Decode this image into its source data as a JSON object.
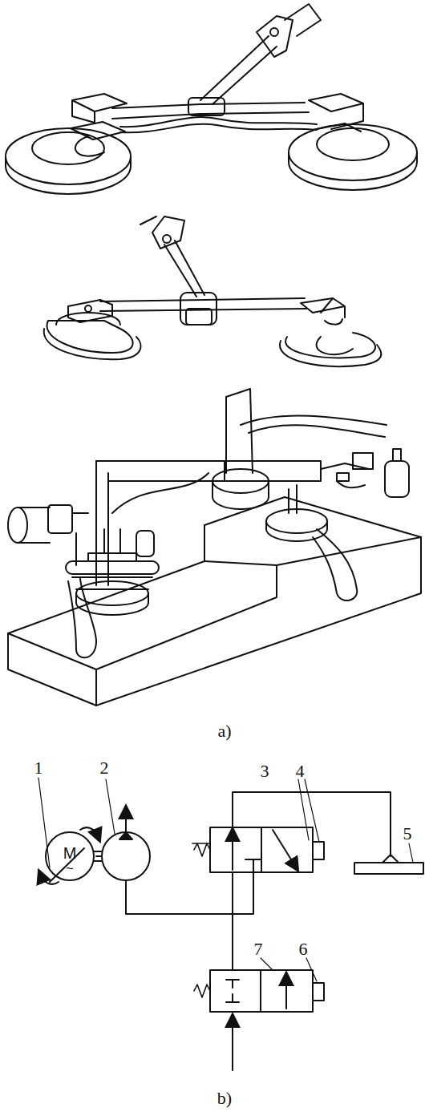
{
  "diagram": {
    "labels": [
      "a)",
      "1",
      "2",
      "3",
      "4",
      "5",
      "M",
      "~",
      "6",
      "7",
      "b)"
    ]
  }
}
